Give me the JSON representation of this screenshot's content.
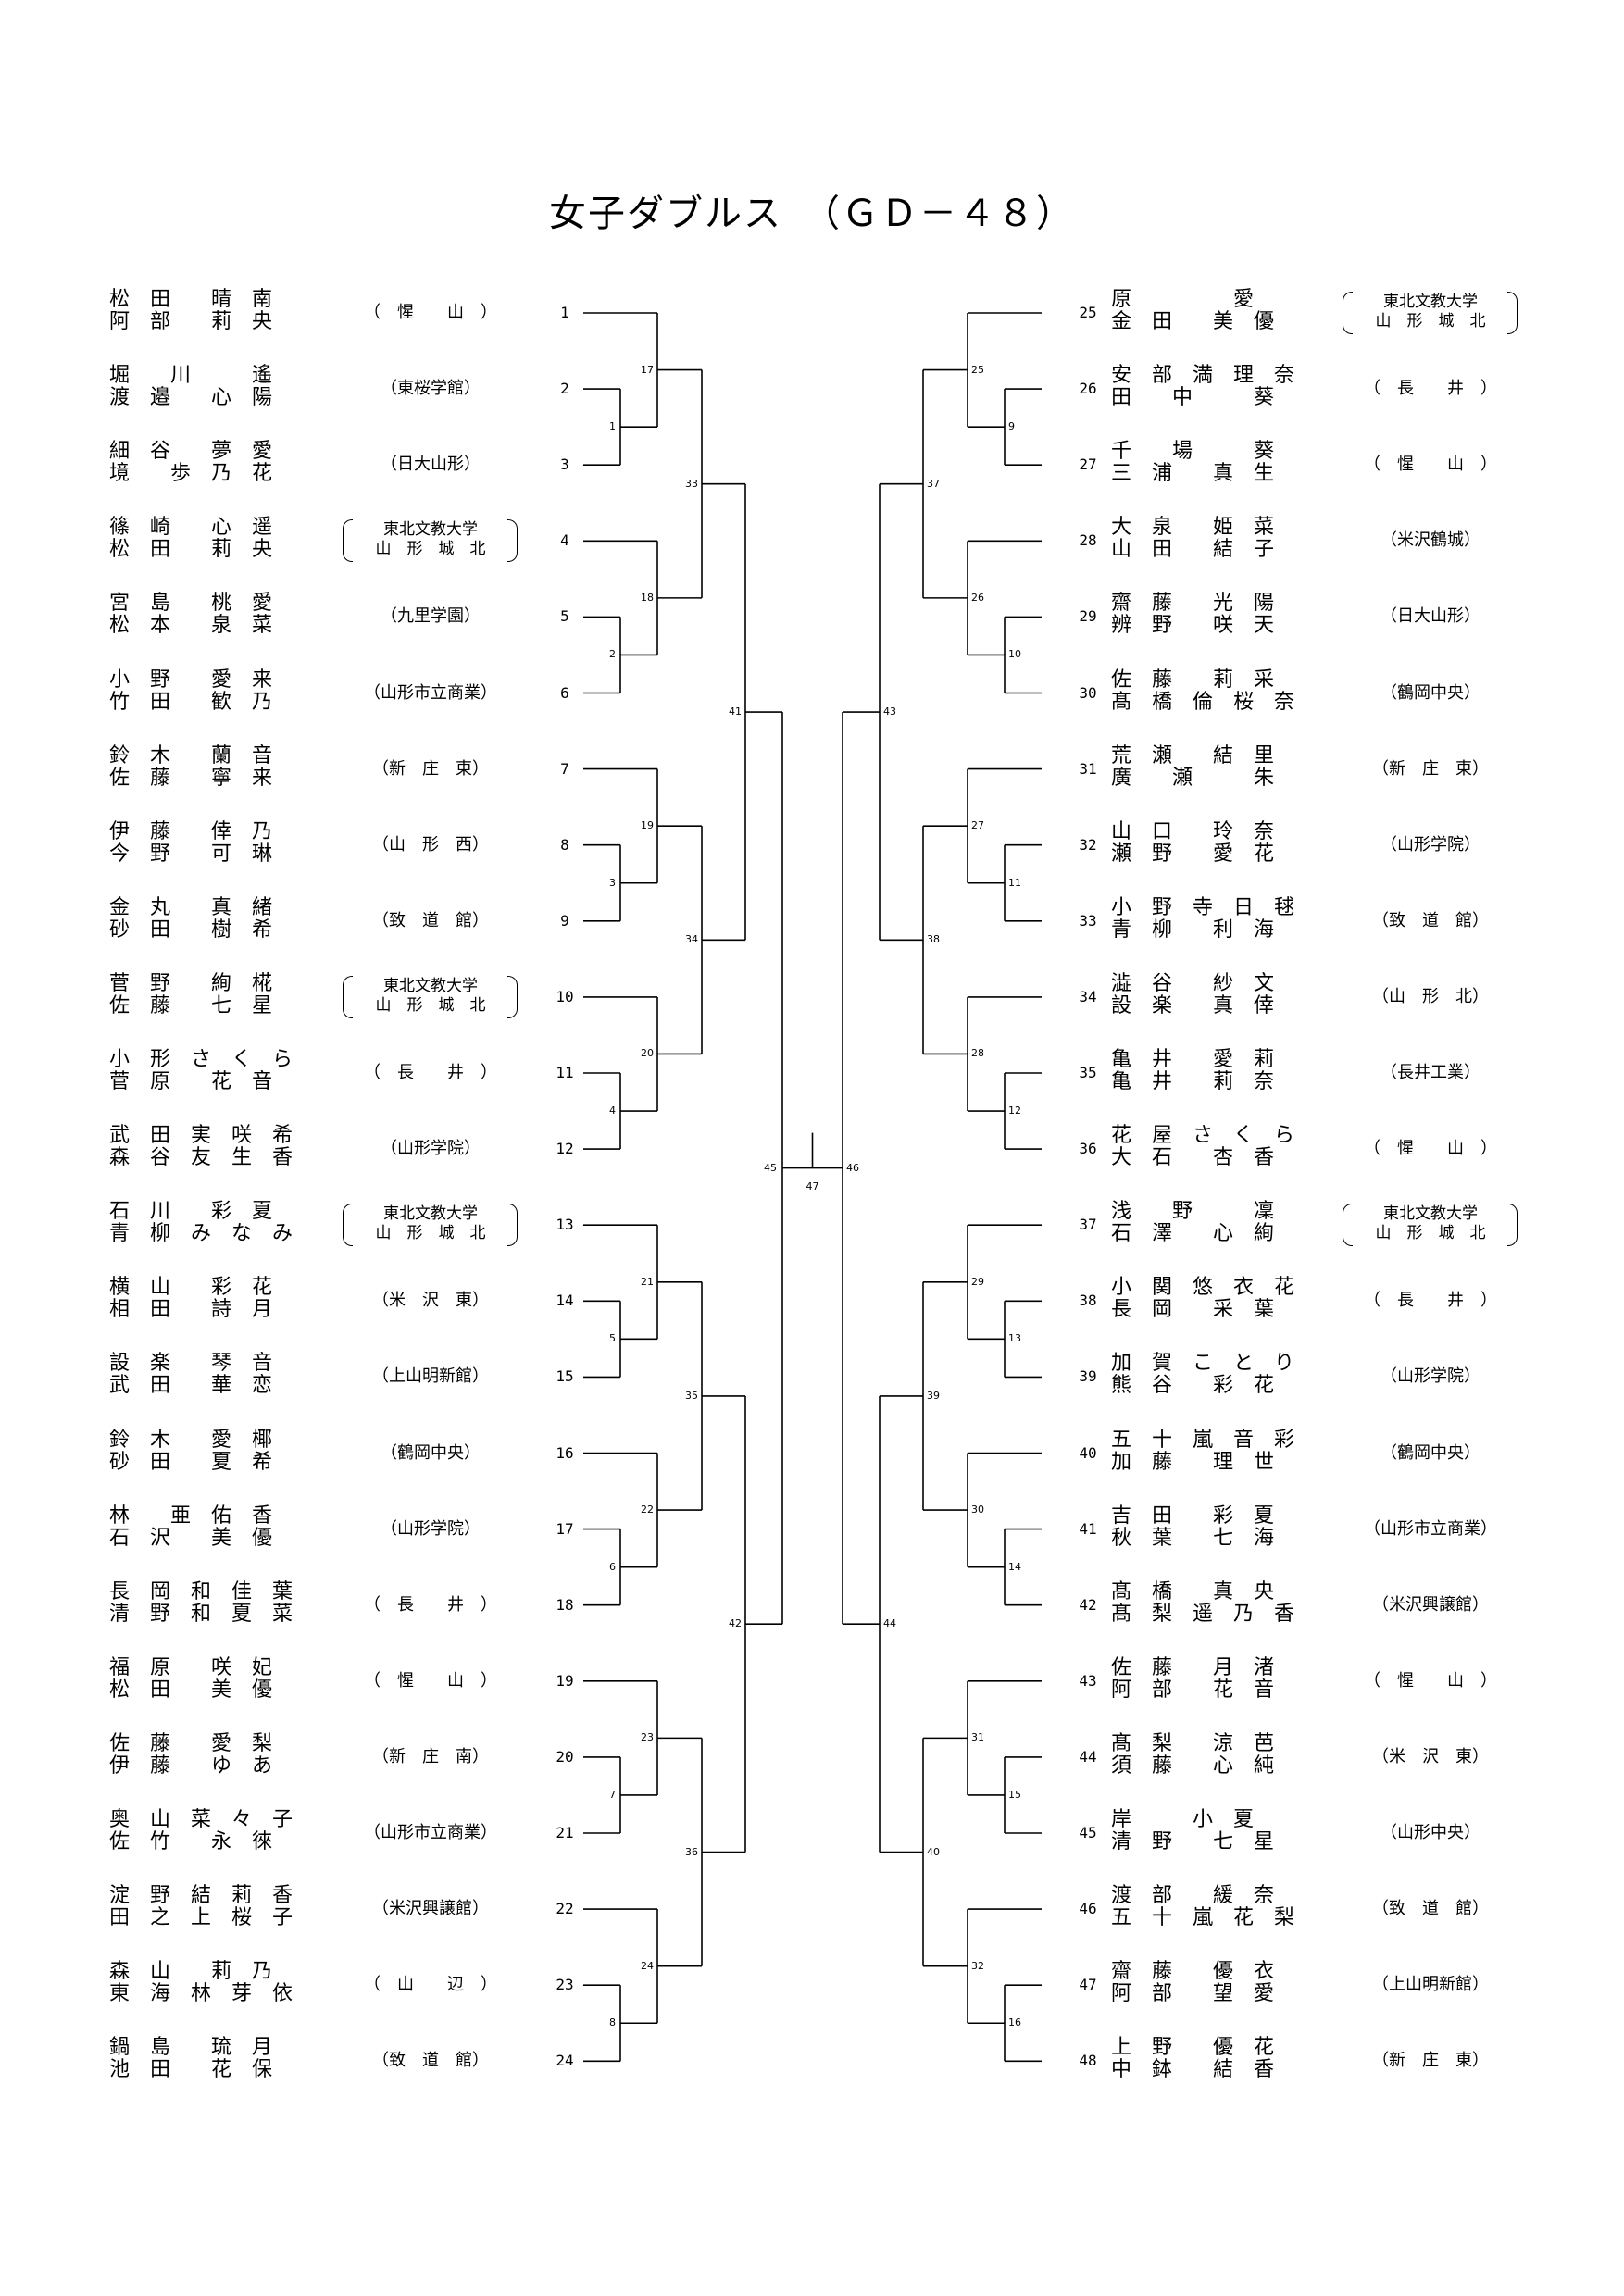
{
  "title": "女子ダブルス　（ＧＤ－４８）",
  "left_entries": [
    {
      "seed": "1",
      "p1": "松　田　　晴　南",
      "p2": "阿　部　　莉　央",
      "school": "（　惺　　山　）"
    },
    {
      "seed": "2",
      "p1": "堀　　川　　　遙",
      "p2": "渡　邉　　心　陽",
      "school": "（東桜学館）"
    },
    {
      "seed": "3",
      "p1": "細　谷　　夢　愛",
      "p2": "境　　歩　乃　花",
      "school": "（日大山形）"
    },
    {
      "seed": "4",
      "p1": "篠　崎　　心　遥",
      "p2": "松　田　　莉　央",
      "school2": [
        "東北文教大学",
        "山　形　城　北"
      ]
    },
    {
      "seed": "5",
      "p1": "宮　島　　桃　愛",
      "p2": "松　本　　泉　菜",
      "school": "（九里学園）"
    },
    {
      "seed": "6",
      "p1": "小　野　　愛　来",
      "p2": "竹　田　　歓　乃",
      "school": "（山形市立商業）"
    },
    {
      "seed": "7",
      "p1": "鈴　木　　蘭　音",
      "p2": "佐　藤　　寧　来",
      "school": "（新　庄　東）"
    },
    {
      "seed": "8",
      "p1": "伊　藤　　倖　乃",
      "p2": "今　野　　可　琳",
      "school": "（山　形　西）"
    },
    {
      "seed": "9",
      "p1": "金　丸　　真　緒",
      "p2": "砂　田　　樹　希",
      "school": "（致　道　館）"
    },
    {
      "seed": "10",
      "p1": "菅　野　　絢　椛",
      "p2": "佐　藤　　七　星",
      "school2": [
        "東北文教大学",
        "山　形　城　北"
      ]
    },
    {
      "seed": "11",
      "p1": "小　形　さ　く　ら",
      "p2": "菅　原　　花　音",
      "school": "（　長　　井　）"
    },
    {
      "seed": "12",
      "p1": "武　田　実　咲　希",
      "p2": "森　谷　友　生　香",
      "school": "（山形学院）"
    },
    {
      "seed": "13",
      "p1": "石　川　　彩　夏",
      "p2": "青　柳　み　な　み",
      "school2": [
        "東北文教大学",
        "山　形　城　北"
      ]
    },
    {
      "seed": "14",
      "p1": "横　山　　彩　花",
      "p2": "相　田　　詩　月",
      "school": "（米　沢　東）"
    },
    {
      "seed": "15",
      "p1": "設　楽　　琴　音",
      "p2": "武　田　　華　恋",
      "school": "（上山明新館）"
    },
    {
      "seed": "16",
      "p1": "鈴　木　　愛　椰",
      "p2": "砂　田　　夏　希",
      "school": "（鶴岡中央）"
    },
    {
      "seed": "17",
      "p1": "林　　亜　佑　香",
      "p2": "石　沢　　美　優",
      "school": "（山形学院）"
    },
    {
      "seed": "18",
      "p1": "長　岡　和　佳　葉",
      "p2": "清　野　和　夏　菜",
      "school": "（　長　　井　）"
    },
    {
      "seed": "19",
      "p1": "福　原　　咲　妃",
      "p2": "松　田　　美　優",
      "school": "（　惺　　山　）"
    },
    {
      "seed": "20",
      "p1": "佐　藤　　愛　梨",
      "p2": "伊　藤　　ゆ　あ",
      "school": "（新　庄　南）"
    },
    {
      "seed": "21",
      "p1": "奥　山　菜　々　子",
      "p2": "佐　竹　　永　徠",
      "school": "（山形市立商業）"
    },
    {
      "seed": "22",
      "p1": "淀　野　結　莉　香",
      "p2": "田　之　上　桜　子",
      "school": "（米沢興譲館）"
    },
    {
      "seed": "23",
      "p1": "森　山　　莉　乃",
      "p2": "東　海　林　芽　依",
      "school": "（　山　　辺　）"
    },
    {
      "seed": "24",
      "p1": "鍋　島　　琉　月",
      "p2": "池　田　　花　保",
      "school": "（致　道　館）"
    }
  ],
  "right_entries": [
    {
      "seed": "25",
      "p1": "原　　　　　愛",
      "p2": "金　田　　美　優",
      "school2": [
        "東北文教大学",
        "山　形　城　北"
      ]
    },
    {
      "seed": "26",
      "p1": "安　部　満　理　奈",
      "p2": "田　　中　　　葵",
      "school": "（　長　　井　）"
    },
    {
      "seed": "27",
      "p1": "千　　場　　　葵",
      "p2": "三　浦　　真　生",
      "school": "（　惺　　山　）"
    },
    {
      "seed": "28",
      "p1": "大　泉　　姫　菜",
      "p2": "山　田　　結　子",
      "school": "（米沢鶴城）"
    },
    {
      "seed": "29",
      "p1": "齋　藤　　光　陽",
      "p2": "辨　野　　咲　天",
      "school": "（日大山形）"
    },
    {
      "seed": "30",
      "p1": "佐　藤　　莉　采",
      "p2": "髙　橋　倫　桜　奈",
      "school": "（鶴岡中央）"
    },
    {
      "seed": "31",
      "p1": "荒　瀬　　結　里",
      "p2": "廣　　瀬　　　朱",
      "school": "（新　庄　東）"
    },
    {
      "seed": "32",
      "p1": "山　口　　玲　奈",
      "p2": "瀬　野　　愛　花",
      "school": "（山形学院）"
    },
    {
      "seed": "33",
      "p1": "小　野　寺　日　毬",
      "p2": "青　柳　　利　海",
      "school": "（致　道　館）"
    },
    {
      "seed": "34",
      "p1": "澁　谷　　紗　文",
      "p2": "設　楽　　真　倖",
      "school": "（山　形　北）"
    },
    {
      "seed": "35",
      "p1": "亀　井　　愛　莉",
      "p2": "亀　井　　莉　奈",
      "school": "（長井工業）"
    },
    {
      "seed": "36",
      "p1": "花　屋　さ　く　ら",
      "p2": "大　石　　杏　香",
      "school": "（　惺　　山　）"
    },
    {
      "seed": "37",
      "p1": "浅　　野　　　凜",
      "p2": "石　澤　　心　絢",
      "school2": [
        "東北文教大学",
        "山　形　城　北"
      ]
    },
    {
      "seed": "38",
      "p1": "小　関　悠　衣　花",
      "p2": "長　岡　　采　葉",
      "school": "（　長　　井　）"
    },
    {
      "seed": "39",
      "p1": "加　賀　こ　と　り",
      "p2": "熊　谷　　彩　花",
      "school": "（山形学院）"
    },
    {
      "seed": "40",
      "p1": "五　十　嵐　音　彩",
      "p2": "加　藤　　理　世",
      "school": "（鶴岡中央）"
    },
    {
      "seed": "41",
      "p1": "吉　田　　彩　夏",
      "p2": "秋　葉　　七　海",
      "school": "（山形市立商業）"
    },
    {
      "seed": "42",
      "p1": "髙　橋　　真　央",
      "p2": "髙　梨　遥　乃　香",
      "school": "（米沢興譲館）"
    },
    {
      "seed": "43",
      "p1": "佐　藤　　月　渚",
      "p2": "阿　部　　花　音",
      "school": "（　惺　　山　）"
    },
    {
      "seed": "44",
      "p1": "髙　梨　　涼　芭",
      "p2": "須　藤　　心　純",
      "school": "（米　沢　東）"
    },
    {
      "seed": "45",
      "p1": "岸　　　小　夏",
      "p2": "清　野　　七　星",
      "school": "（山形中央）"
    },
    {
      "seed": "46",
      "p1": "渡　部　　緩　奈",
      "p2": "五　十　嵐　花　梨",
      "school": "（致　道　館）"
    },
    {
      "seed": "47",
      "p1": "齋　藤　　優　衣",
      "p2": "阿　部　　望　愛",
      "school": "（上山明新館）"
    },
    {
      "seed": "48",
      "p1": "上　野　　優　花",
      "p2": "中　鉢　　結　香",
      "school": "（新　庄　東）"
    }
  ],
  "match_numbers": [
    "1",
    "2",
    "3",
    "4",
    "5",
    "6",
    "7",
    "8",
    "9",
    "10",
    "11",
    "12",
    "13",
    "14",
    "15",
    "16",
    "17",
    "18",
    "19",
    "20",
    "21",
    "22",
    "23",
    "24",
    "25",
    "26",
    "27",
    "28",
    "29",
    "30",
    "31",
    "32",
    "33",
    "34",
    "35",
    "36",
    "37",
    "38",
    "39",
    "40",
    "41",
    "42",
    "43",
    "44",
    "45",
    "46",
    "47"
  ]
}
